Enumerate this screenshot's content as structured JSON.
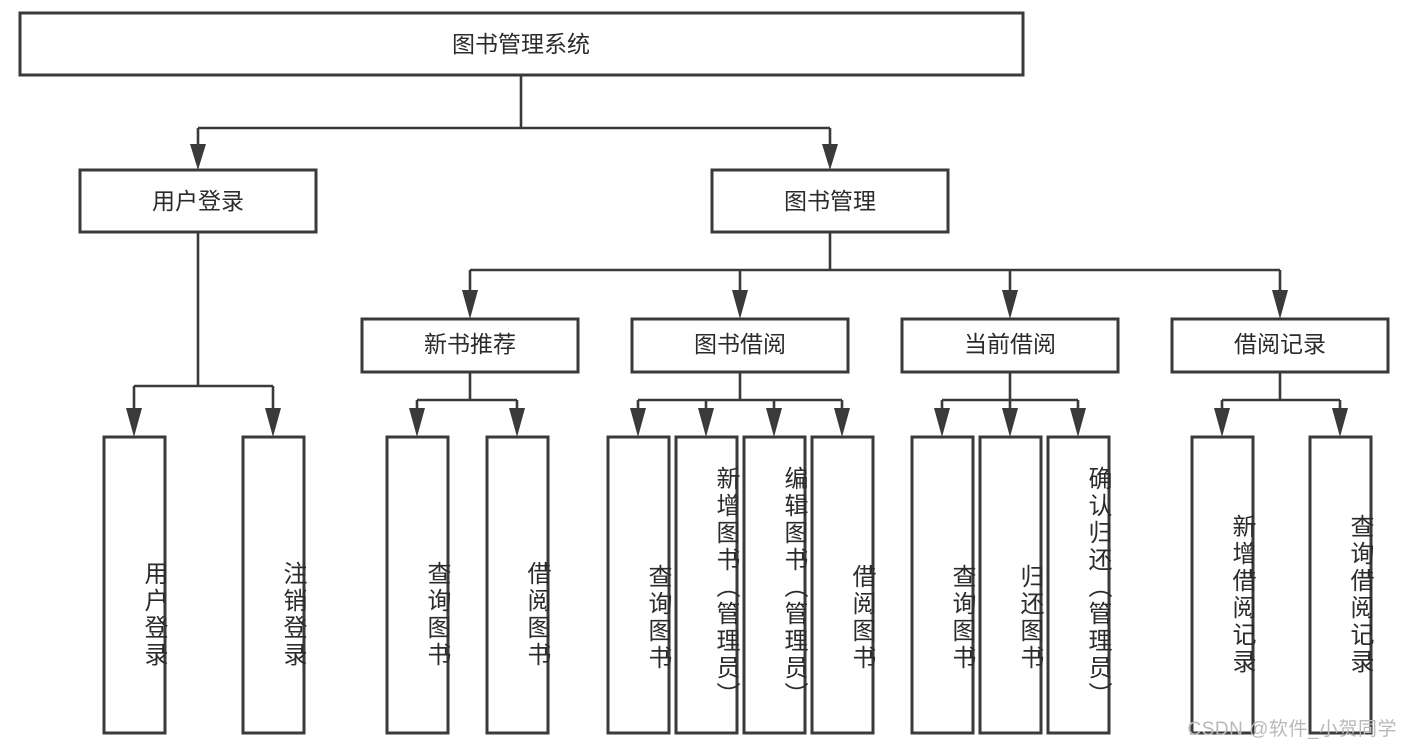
{
  "diagram": {
    "type": "tree-hierarchy",
    "title": "图书管理系统",
    "watermark": "CSDN @软件_小贺同学",
    "colors": {
      "stroke": "#3a3a3a",
      "fill": "#ffffff",
      "text": "#2b2b2b",
      "watermark": "#b9b9b9"
    },
    "root": {
      "label": "图书管理系统"
    },
    "level1": [
      {
        "label": "用户登录"
      },
      {
        "label": "图书管理"
      }
    ],
    "level2": [
      {
        "label": "新书推荐"
      },
      {
        "label": "图书借阅"
      },
      {
        "label": "当前借阅"
      },
      {
        "label": "借阅记录"
      }
    ],
    "leaves": {
      "user_login": [
        {
          "label": "用户登录"
        },
        {
          "label": "注销登录"
        }
      ],
      "new_book_recommend": [
        {
          "label": "查询图书"
        },
        {
          "label": "借阅图书"
        }
      ],
      "book_borrow": [
        {
          "label": "查询图书"
        },
        {
          "label": "新增图书（管理员）"
        },
        {
          "label": "编辑图书（管理员）"
        },
        {
          "label": "借阅图书"
        }
      ],
      "current_borrow": [
        {
          "label": "查询图书"
        },
        {
          "label": "归还图书"
        },
        {
          "label": "确认归还（管理员）"
        }
      ],
      "borrow_record": [
        {
          "label": "新增借阅记录"
        },
        {
          "label": "查询借阅记录"
        }
      ]
    }
  }
}
